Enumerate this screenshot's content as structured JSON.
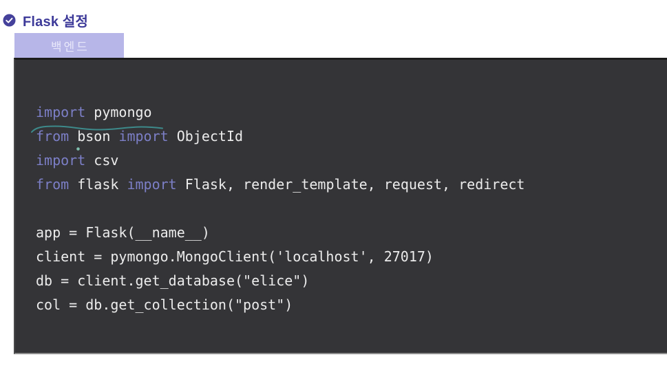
{
  "header": {
    "title": "Flask 설정",
    "icon": "check-circle"
  },
  "tab": {
    "label": "백엔드"
  },
  "code": {
    "language": "python",
    "lines": [
      [
        {
          "k": "kw",
          "t": "import"
        },
        {
          "k": "pl",
          "t": " pymongo"
        }
      ],
      [
        {
          "k": "kw",
          "t": "from"
        },
        {
          "k": "pl",
          "t": " bson "
        },
        {
          "k": "kw",
          "t": "import"
        },
        {
          "k": "pl",
          "t": " ObjectId"
        }
      ],
      [
        {
          "k": "kw",
          "t": "import"
        },
        {
          "k": "pl",
          "t": " csv"
        }
      ],
      [
        {
          "k": "kw",
          "t": "from"
        },
        {
          "k": "pl",
          "t": " flask "
        },
        {
          "k": "kw",
          "t": "import"
        },
        {
          "k": "pl",
          "t": " Flask, render_template, request, redirect"
        }
      ],
      [],
      [
        {
          "k": "pl",
          "t": "app = Flask(__name__)"
        }
      ],
      [
        {
          "k": "pl",
          "t": "client = pymongo.MongoClient('localhost', 27017)"
        }
      ],
      [
        {
          "k": "pl",
          "t": "db = client.get_database(\"elice\")"
        }
      ],
      [
        {
          "k": "pl",
          "t": "col = db.get_collection(\"post\")"
        }
      ]
    ]
  },
  "annotations": {
    "squiggle": "pen-stroke above 'from bson import'",
    "dot": "pen dot above 'import csv'"
  },
  "colors": {
    "title": "#3d3a99",
    "tab_bg": "#b7b6e8",
    "tab_text": "#e9e8fa",
    "panel_bg": "#343437",
    "keyword": "#7c7fc7",
    "code_text": "#ececec",
    "pen_teal": "#3f9a9a",
    "pen_dot": "#86cdb9"
  }
}
